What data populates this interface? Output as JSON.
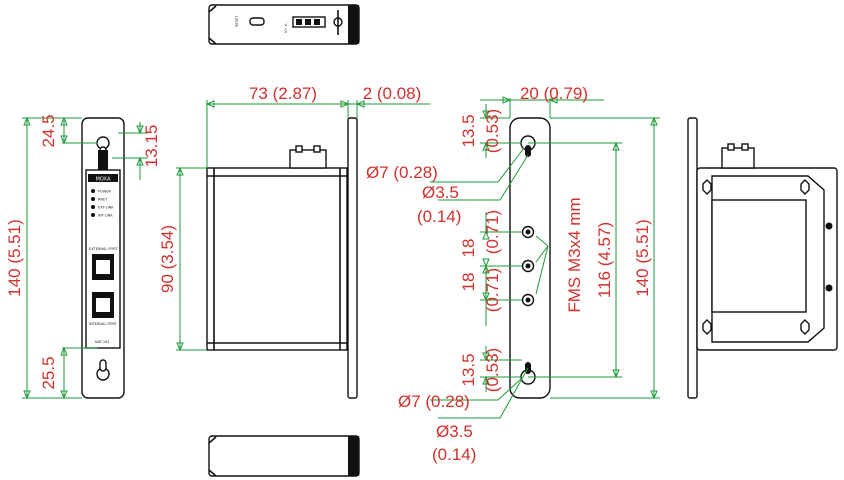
{
  "views": {
    "top": {
      "labels": [
        "RESET",
        "V+ V-"
      ]
    },
    "front": {
      "brand": "MOXA",
      "leds": [
        "POWER",
        "RNET",
        "EXT-LINK",
        "INT-LINK"
      ],
      "port_external": "EXTERNAL PORT",
      "port_internal": "INTERNAL PORT",
      "model": "NAT-102",
      "dims": {
        "top_hole": "24.5",
        "slot": "13.15",
        "height": "140 (5.51)",
        "bottom_hole": "25.5"
      }
    },
    "side": {
      "dims": {
        "depth": "73 (2.87)",
        "bracket": "2 (0.08)",
        "height": "90 (3.54)"
      }
    },
    "bracket": {
      "dims": {
        "width": "20 (0.79)",
        "top_offset_mm": "13.5",
        "top_offset_in": "(0.53)",
        "hole_dia_top": "Ø7 (0.28)",
        "slot_dia_top_mm": "Ø3.5",
        "slot_dia_top_in": "(0.14)",
        "spacing1_mm": "18",
        "spacing1_in": "(0.71)",
        "spacing2_mm": "18",
        "spacing2_in": "(0.71)",
        "screw_note": "FMS M3x4 mm",
        "hole_span": "116 (4.57)",
        "total_height": "140 (5.51)",
        "bottom_offset_mm": "13.5",
        "bottom_offset_in": "(0.53)",
        "hole_dia_bottom": "Ø7 (0.28)",
        "slot_dia_bottom_mm": "Ø3.5",
        "slot_dia_bottom_in": "(0.14)"
      }
    }
  }
}
